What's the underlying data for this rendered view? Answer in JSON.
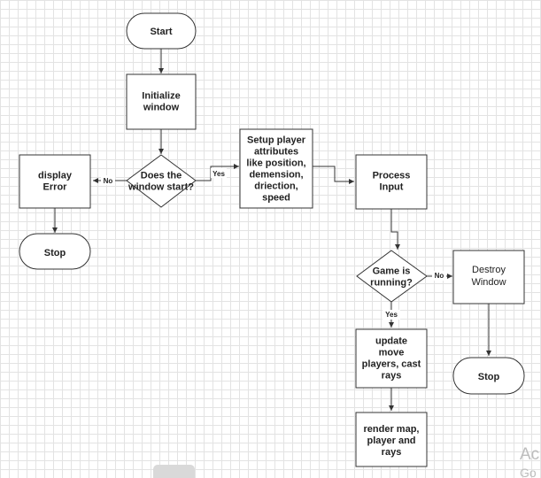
{
  "diagram": {
    "nodes": {
      "start": [
        "Start"
      ],
      "init_window": [
        "Initialize",
        "window"
      ],
      "window_start": [
        "Does the",
        "window start?"
      ],
      "display_error": [
        "display",
        "Error"
      ],
      "stop_left": [
        "Stop"
      ],
      "setup_player": [
        "Setup player",
        "attributes",
        "like position,",
        "demension,",
        "driection,",
        "speed"
      ],
      "process_input": [
        "Process",
        "Input"
      ],
      "game_running": [
        "Game is",
        "running?"
      ],
      "destroy_window": [
        "Destroy",
        "Window"
      ],
      "stop_right": [
        "Stop"
      ],
      "update": [
        "update",
        "move",
        "players, cast",
        "rays"
      ],
      "render": [
        "render map,",
        "player and",
        "rays"
      ]
    },
    "edge_labels": {
      "yes_1": "Yes",
      "no_1": "No",
      "no_2": "No",
      "yes_2": "Yes"
    }
  },
  "watermark": [
    "Ac",
    "Go"
  ],
  "colors": {
    "stroke": "#333333",
    "grid": "#e3e3e3",
    "background": "#ffffff"
  }
}
